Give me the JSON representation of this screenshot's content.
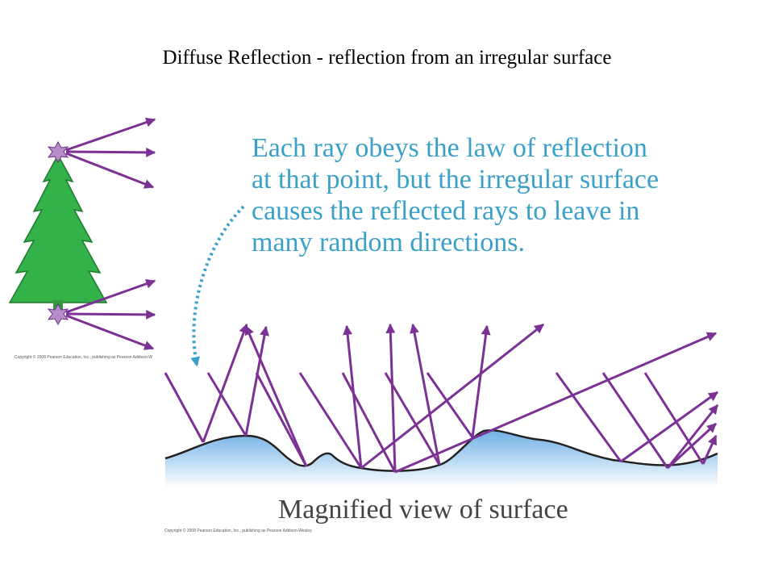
{
  "title": "Diffuse Reflection - reflection from an irregular surface",
  "annotation_lines": [
    "Each ray obeys the law of reflection",
    "at that point, but the irregular surface",
    "causes the reflected rays to leave in",
    "many random directions."
  ],
  "caption": "Magnified view of surface",
  "copyright_left": "Copyright © 2008 Pearson Education, Inc., publishing as Pearson Addison-W",
  "copyright_bottom": "Copyright © 2008 Pearson Education, Inc., publishing as Pearson Addison-Wesley.",
  "colors": {
    "ray": "#7b3294",
    "annotation": "#3aa0c8",
    "tree": "#33b24a",
    "surface_top": "#7ab6e8",
    "surface_bottom": "#ffffff",
    "caption": "#444444"
  }
}
